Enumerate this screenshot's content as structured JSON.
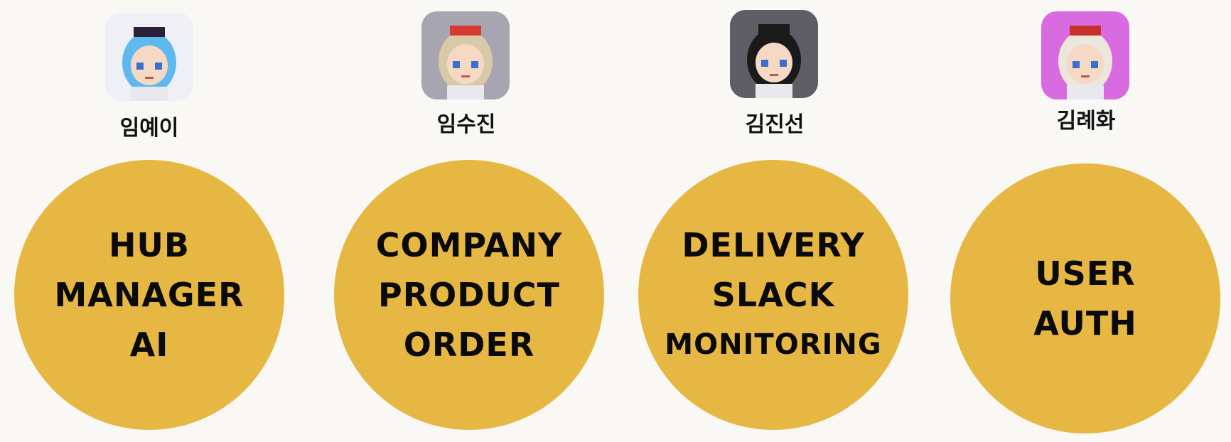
{
  "members": [
    {
      "name": "임예이",
      "roles": [
        "HUB",
        "MANAGER",
        "AI"
      ],
      "avatar_bg": "#eef0f6",
      "hair": "#5fb8ee",
      "accent": "#2b1f3a"
    },
    {
      "name": "임수진",
      "roles": [
        "COMPANY",
        "PRODUCT",
        "ORDER"
      ],
      "avatar_bg": "#a7a5b0",
      "hair": "#d8c9a8",
      "accent": "#d83a32"
    },
    {
      "name": "김진선",
      "roles": [
        "DELIVERY",
        "SLACK",
        "MONITORING"
      ],
      "avatar_bg": "#5f5e66",
      "hair": "#1a1a1a",
      "accent": "#1a1a1a"
    },
    {
      "name": "김례화",
      "roles": [
        "USER",
        "AUTH"
      ],
      "avatar_bg": "#d96be0",
      "hair": "#ece6dc",
      "accent": "#c9302c"
    }
  ],
  "colors": {
    "circle": "#e6b743",
    "background": "#f9f8f5"
  }
}
